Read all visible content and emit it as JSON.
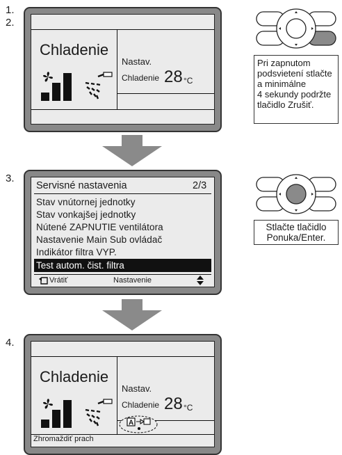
{
  "steps": {
    "one": "1.",
    "two": "2.",
    "three": "3.",
    "four": "4."
  },
  "panel1": {
    "mode": "Chladenie",
    "set_label": "Nastav.",
    "set_mode": "Chladenie",
    "temp": "28",
    "unit": "°C"
  },
  "note1": {
    "lines": [
      "Pri zapnutom",
      "podsvietení stlačte",
      "a minimálne",
      "4 sekundy podržte",
      "tlačidlo Zrušiť."
    ]
  },
  "menu": {
    "title": "Servisné nastavenia",
    "page": "2/3",
    "items": [
      "Stav vnútornej jednotky",
      "Stav vonkajšej jednotky",
      "Nútené ZAPNUTIE ventilátora",
      "Nastavenie Main Sub ovládač",
      "Indikátor filtra VYP.",
      "Test autom. čist. filtra"
    ],
    "back_label": "Vrátiť",
    "setting_label": "Nastavenie"
  },
  "note2": {
    "lines": [
      "Stlačte tlačidlo",
      "Ponuka/Enter."
    ]
  },
  "panel4": {
    "mode": "Chladenie",
    "set_label": "Nastav.",
    "set_mode": "Chladenie",
    "temp": "28",
    "unit": "°C",
    "status": "Zhromaždiť prach",
    "icon_letter": "A"
  },
  "colors": {
    "bezel": "#888888",
    "screen": "#ebebeb",
    "arrow": "#8a8a8a",
    "highlight": "#111111"
  }
}
